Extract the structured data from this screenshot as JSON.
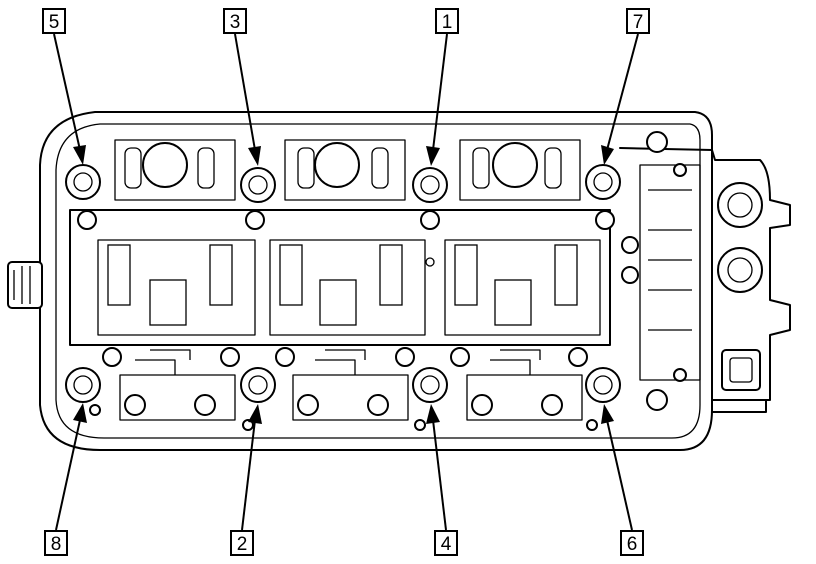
{
  "diagram": {
    "subject": "cylinder-head-bolt-loosening-sequence",
    "colors": {
      "ink": "#000000",
      "paper": "#ffffff"
    },
    "bolt_labels": [
      "5",
      "3",
      "1",
      "7",
      "8",
      "2",
      "4",
      "6"
    ]
  }
}
